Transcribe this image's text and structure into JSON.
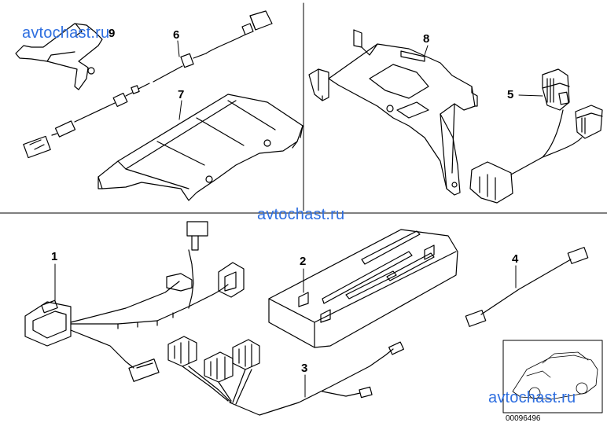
{
  "callouts": {
    "p1": "1",
    "p2": "2",
    "p3": "3",
    "p4": "4",
    "p5": "5",
    "p6": "6",
    "p7": "7",
    "p8": "8",
    "p9": "9"
  },
  "watermarks": {
    "top_left": "avtochast.ru",
    "center": "avtochast.ru",
    "bottom_right": "avtochast.ru"
  },
  "reference_number": "00096496",
  "colors": {
    "line": "#000000",
    "watermark": "#2f6fe0",
    "background": "#ffffff"
  }
}
